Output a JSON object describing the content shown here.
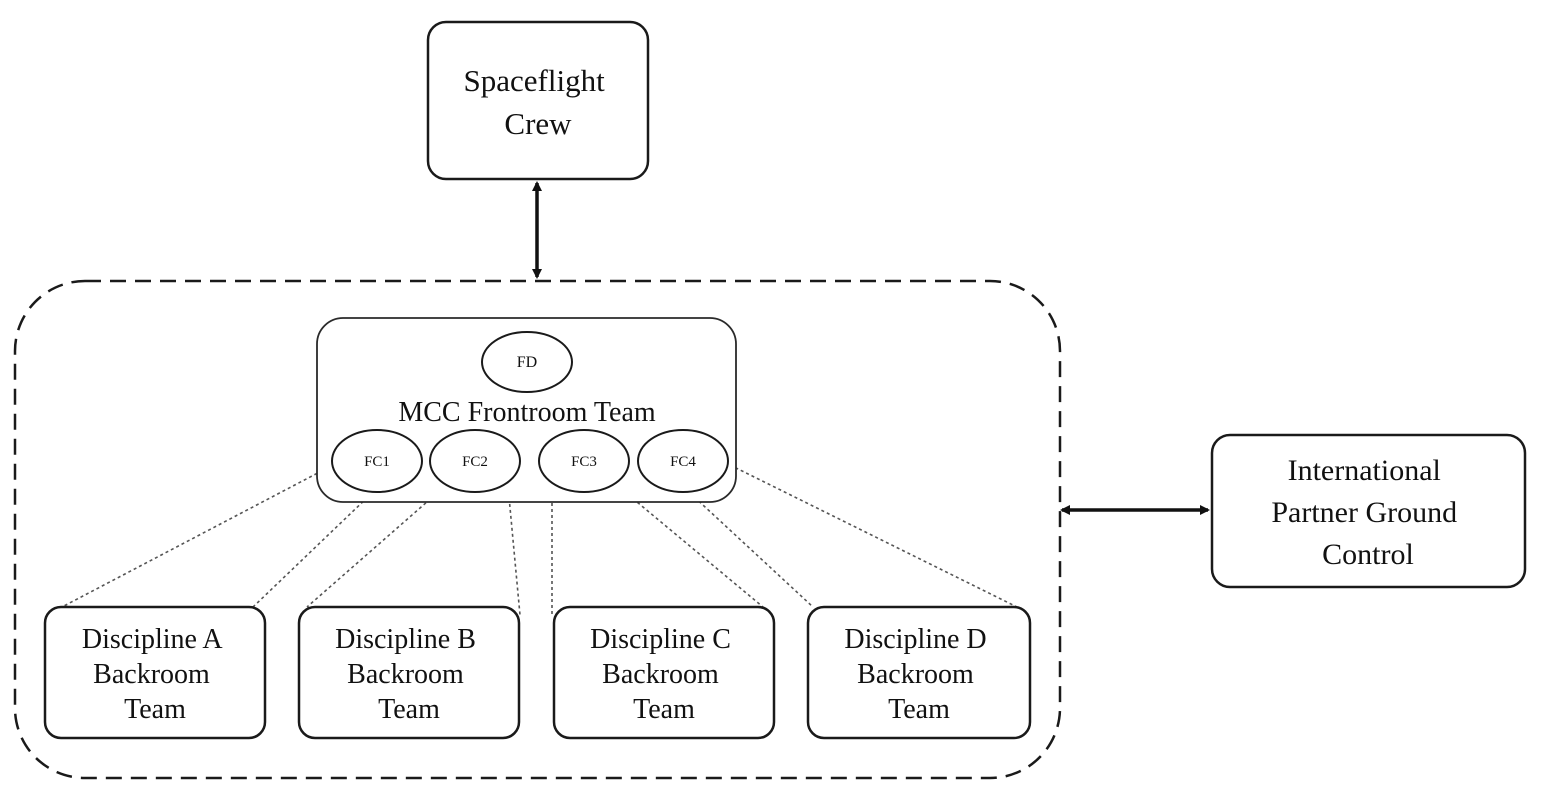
{
  "diagram": {
    "crew": {
      "lines": [
        "Spaceflight",
        "Crew"
      ]
    },
    "partner": {
      "lines": [
        "International",
        "Partner Ground",
        "Control"
      ]
    },
    "frontroom": {
      "title": "MCC Frontroom Team",
      "fd": "FD",
      "controllers": [
        "FC1",
        "FC2",
        "FC3",
        "FC4"
      ]
    },
    "backrooms": [
      {
        "lines": [
          "Discipline A",
          "Backroom",
          "Team"
        ]
      },
      {
        "lines": [
          "Discipline B",
          "Backroom",
          "Team"
        ]
      },
      {
        "lines": [
          "Discipline C",
          "Backroom",
          "Team"
        ]
      },
      {
        "lines": [
          "Discipline D",
          "Backroom",
          "Team"
        ]
      }
    ],
    "edges": [
      {
        "from": "Spaceflight Crew",
        "to": "MCC",
        "type": "bidirectional"
      },
      {
        "from": "MCC",
        "to": "International Partner Ground Control",
        "type": "bidirectional"
      },
      {
        "from": "FC1",
        "to": "Discipline A Backroom Team",
        "type": "dotted"
      },
      {
        "from": "FC2",
        "to": "Discipline B Backroom Team",
        "type": "dotted"
      },
      {
        "from": "FC3",
        "to": "Discipline C Backroom Team",
        "type": "dotted"
      },
      {
        "from": "FC4",
        "to": "Discipline D Backroom Team",
        "type": "dotted"
      }
    ]
  }
}
